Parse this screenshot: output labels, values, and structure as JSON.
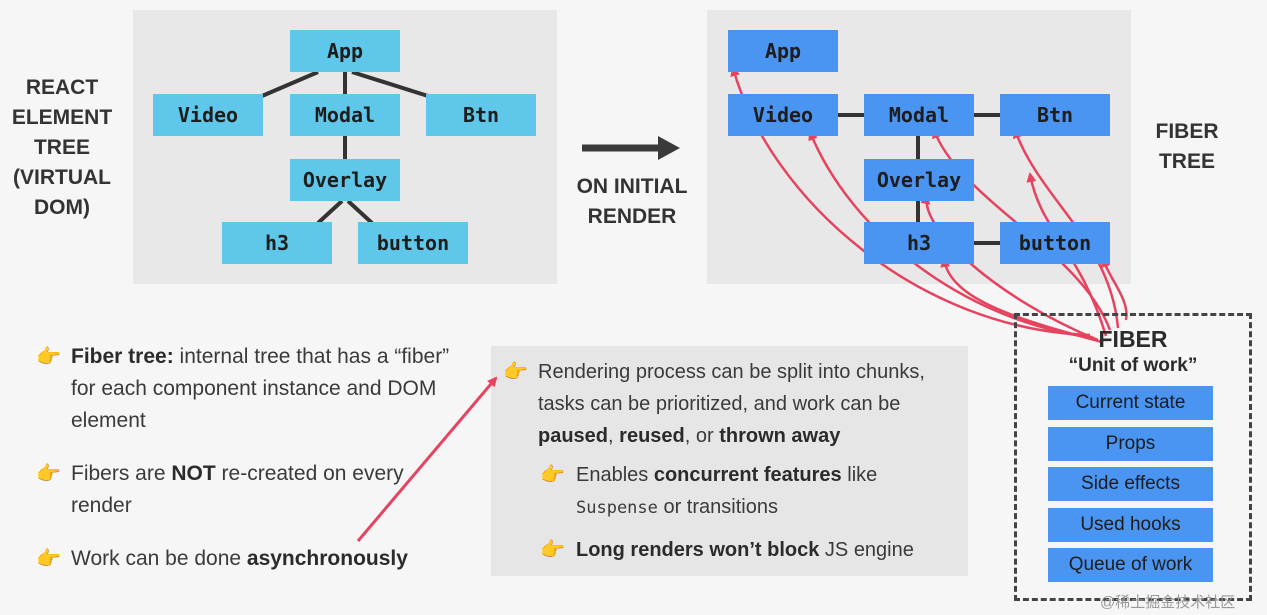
{
  "react_tree": {
    "label": "REACT\nELEMENT\nTREE\n(VIRTUAL\nDOM)",
    "nodes": {
      "app": "App",
      "video": "Video",
      "modal": "Modal",
      "btn": "Btn",
      "overlay": "Overlay",
      "h3": "h3",
      "button": "button"
    }
  },
  "transition": {
    "label": "ON INITIAL\nRENDER"
  },
  "fiber_tree": {
    "label": "FIBER\nTREE",
    "nodes": {
      "app": "App",
      "video": "Video",
      "modal": "Modal",
      "btn": "Btn",
      "overlay": "Overlay",
      "h3": "h3",
      "button": "button"
    }
  },
  "fiber_unit": {
    "title": "FIBER",
    "subtitle": "“Unit of work”",
    "props": [
      "Current state",
      "Props",
      "Side effects",
      "Used hooks",
      "Queue of work"
    ]
  },
  "bullets_left": [
    {
      "bold": "Fiber tree:",
      "text": " internal tree that has a “fiber” for each component instance and DOM element"
    },
    {
      "pre": "Fibers are ",
      "bold": "NOT",
      "post": " re-created on every render"
    },
    {
      "pre": "Work can be done ",
      "bold": "asynchronously"
    }
  ],
  "bullets_right": {
    "main": {
      "t1": "Rendering process can be split into chunks, tasks can be prioritized, and work can be ",
      "b1": "paused",
      "t2": ", ",
      "b2": "reused",
      "t3": ", or ",
      "b3": "thrown away"
    },
    "sub1": {
      "t1": "Enables ",
      "b1": "concurrent features",
      "t2": " like ",
      "mono": "Suspense",
      "t3": " or transitions"
    },
    "sub2": {
      "b1": "Long renders won’t block",
      "t2": " JS engine"
    }
  },
  "watermark": "@稀土掘金技术社区",
  "colors": {
    "react_node": "#5fc8ea",
    "fiber_node": "#4a94f2",
    "arrow": "#e5435f"
  }
}
